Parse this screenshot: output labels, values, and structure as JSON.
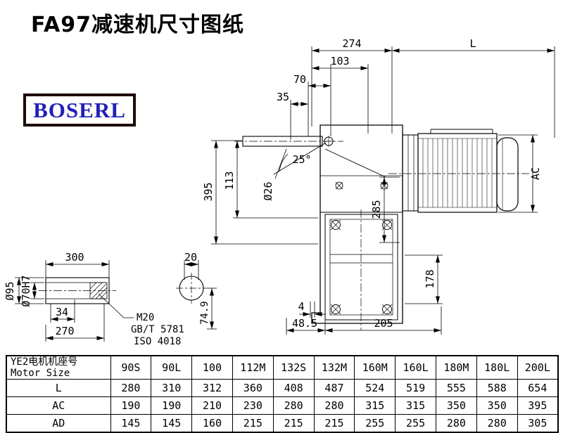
{
  "page": {
    "title": "FA97减速机尺寸图纸",
    "logo_text": "BOSERL"
  },
  "drawing": {
    "top_dims": {
      "d274": "274",
      "L": "L",
      "d103": "103",
      "d70": "70",
      "d35": "35"
    },
    "left_dims": {
      "d395": "395",
      "d113": "113",
      "dia26": "Ø26",
      "angle": "25°"
    },
    "body_dims": {
      "d285": "285",
      "AC": "AC",
      "d178": "178",
      "d4": "4",
      "d48_5": "48.5",
      "d205": "205"
    },
    "shaft_dims": {
      "d300": "300",
      "d34": "34",
      "d270": "270",
      "dia95": "Ø95",
      "dia70": "Ø70H7",
      "thread": "M20",
      "std1": "GB/T 5781",
      "std2": "ISO 4018"
    },
    "end_view_dims": {
      "d20": "20",
      "d74_9": "74.9"
    }
  },
  "table": {
    "header_cn": "YE2电机机座号",
    "header_en": "Motor Size",
    "columns": [
      "90S",
      "90L",
      "100",
      "112M",
      "132S",
      "132M",
      "160M",
      "160L",
      "180M",
      "180L",
      "200L"
    ],
    "rows": [
      {
        "label": "L",
        "values": [
          "280",
          "310",
          "312",
          "360",
          "408",
          "487",
          "524",
          "519",
          "555",
          "588",
          "654"
        ]
      },
      {
        "label": "AC",
        "values": [
          "190",
          "190",
          "210",
          "230",
          "280",
          "280",
          "315",
          "315",
          "350",
          "350",
          "395"
        ]
      },
      {
        "label": "AD",
        "values": [
          "145",
          "145",
          "160",
          "215",
          "215",
          "215",
          "255",
          "255",
          "280",
          "280",
          "305"
        ]
      }
    ]
  }
}
